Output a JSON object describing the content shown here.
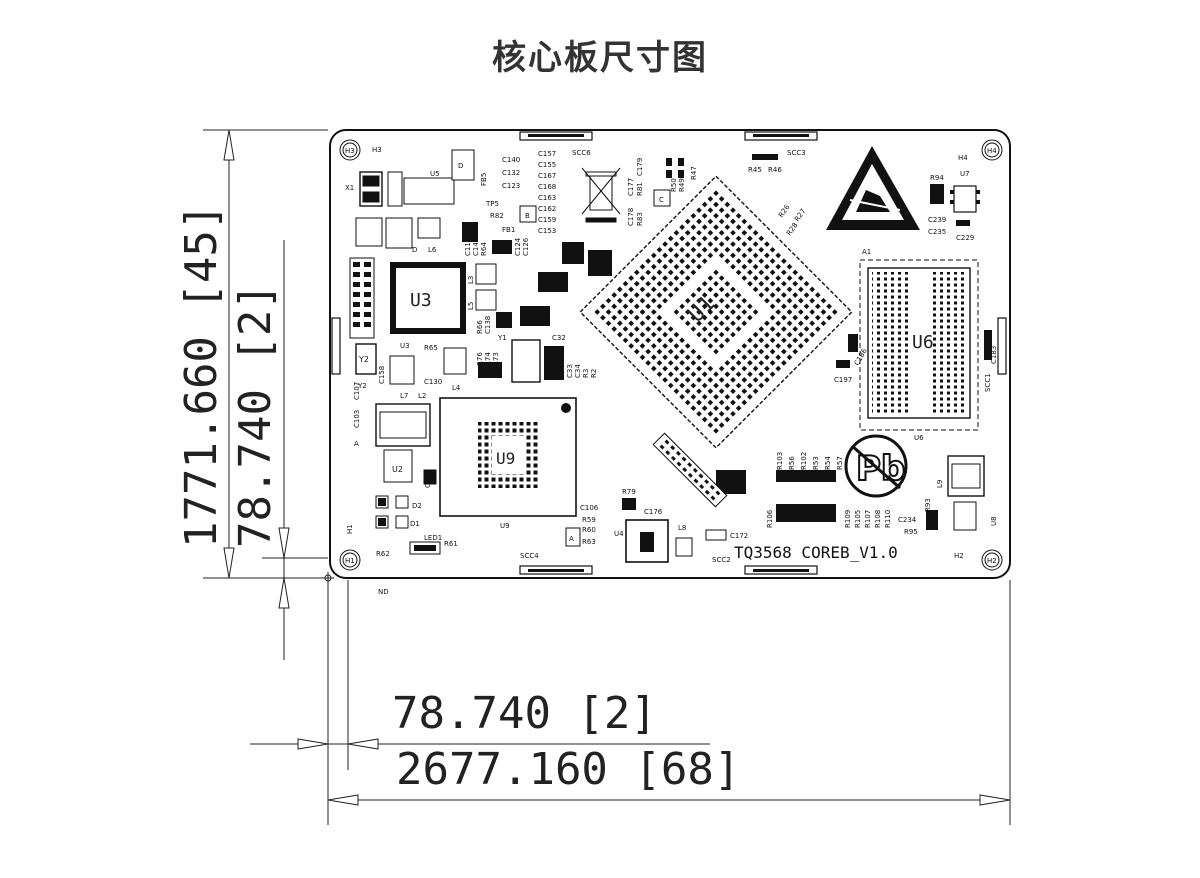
{
  "title": "核心板尺寸图",
  "dimensions": {
    "v_total": "1771.660 [45]",
    "v_offset": "78.740 [2]",
    "h_offset": "78.740 [2]",
    "h_total": "2677.160 [68]"
  },
  "board": {
    "name": "TQ3568 COREB_V1.0",
    "chips": {
      "u1": "U1",
      "u3": "U3",
      "u6": "U6",
      "u9": "U9",
      "u5": "U5",
      "u2": "U2",
      "u4": "U4",
      "u7": "U7",
      "u8": "U8",
      "y1": "Y1",
      "y2": "Y2"
    },
    "mounting_holes": [
      "H1",
      "H2",
      "H3",
      "H4"
    ],
    "connectors": [
      "SCC1",
      "SCC2",
      "SCC3",
      "SCC4",
      "SCC6"
    ],
    "misc_labels": {
      "x1": "X1",
      "l6": "L6",
      "l3": "L3",
      "l5": "L5",
      "l2": "L2",
      "l4": "L4",
      "l7": "L7",
      "l8": "L8",
      "l9": "L9",
      "fb1": "FB1",
      "fb5": "FB5",
      "tp5": "TP5",
      "led1": "LED1",
      "d1": "D1",
      "d2": "D2",
      "a1": "A1",
      "nd": "ND",
      "r62": "R62",
      "r61": "R61",
      "r79": "R79",
      "c176": "C176",
      "c172": "C172",
      "r82": "R82",
      "r65": "R65",
      "c130": "C130",
      "c158": "C158",
      "c106": "C106",
      "r59": "R59",
      "r60": "R60",
      "r63": "R63",
      "c197": "C197",
      "c186": "C186",
      "c183": "C183",
      "r94": "R94",
      "c239": "C239",
      "c235": "C235",
      "c229": "C229",
      "r45": "R45",
      "r46": "R46",
      "r47": "R47",
      "r49": "R49",
      "r50": "R50",
      "r26": "R26",
      "r27": "R27",
      "r28": "R28",
      "c234": "C234",
      "r93": "R93",
      "r95": "R95",
      "c140": "C140",
      "c132": "C132",
      "c123": "C123",
      "c157": "C157",
      "c155": "C155",
      "c167": "C167",
      "c168": "C168",
      "c163": "C163",
      "c162": "C162",
      "c159": "C159",
      "c153": "C153",
      "c179": "C179",
      "c177": "C177",
      "c178": "C178",
      "r83": "R83",
      "r81": "R81",
      "r103": "R103",
      "r56": "R56",
      "r102": "R102",
      "r53": "R53",
      "r54": "R54",
      "r57": "R57",
      "r109": "R109",
      "r105": "R105",
      "r107": "R107",
      "r108": "R108",
      "r110": "R110",
      "r106": "R106",
      "r76": "R76",
      "r74": "R74",
      "r73": "R73",
      "c32": "C32",
      "c33": "C33",
      "c34": "C34",
      "r3": "R3",
      "r2": "R2",
      "c105": "C105",
      "c103": "C103",
      "c107": "C107",
      "r64": "R64",
      "c124": "C124",
      "c126": "C126",
      "c116": "C116",
      "c146": "C146",
      "r66": "R66",
      "c138": "C138",
      "pin_d": "D",
      "pin_b": "B",
      "pin_c": "C",
      "pin_a": "A"
    }
  }
}
